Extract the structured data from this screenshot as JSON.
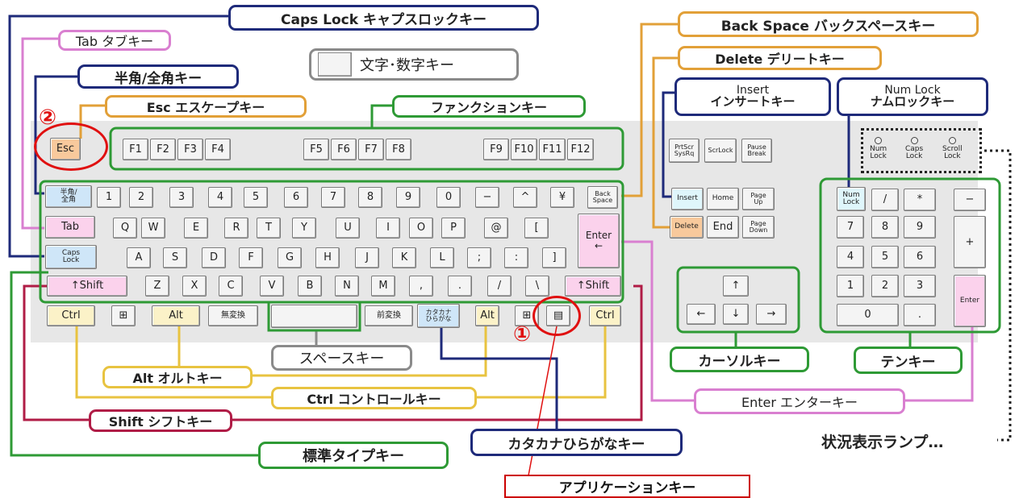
{
  "colors": {
    "green": "#2e9a35",
    "navy": "#1e2a7a",
    "orange": "#e2a038",
    "pink": "#d97fd0",
    "gold": "#e8c340",
    "crimson": "#b01c46",
    "gray": "#8a8a8a",
    "red": "#e01010"
  },
  "keys": {
    "esc": "Esc",
    "f1": "F1",
    "f2": "F2",
    "f3": "F3",
    "f4": "F4",
    "f5": "F5",
    "f6": "F6",
    "f7": "F7",
    "f8": "F8",
    "f9": "F9",
    "f10": "F10",
    "f11": "F11",
    "f12": "F12",
    "hankaku": "半角/\n全角",
    "n1": "1",
    "n2": "2",
    "n3": "3",
    "n4": "4",
    "n5": "5",
    "n6": "6",
    "n7": "7",
    "n8": "8",
    "n9": "9",
    "n0": "0",
    "minus": "−",
    "caret": "^",
    "yen": "¥",
    "backspace": "Back\nSpace",
    "tab": "Tab",
    "q": "Q",
    "w": "W",
    "e": "E",
    "r": "R",
    "t": "T",
    "y": "Y",
    "u": "U",
    "i": "I",
    "o": "O",
    "p": "P",
    "at": "@",
    "lbracket": "[",
    "enter": "Enter\n←",
    "caps": "Caps\nLock",
    "a": "A",
    "s": "S",
    "d": "D",
    "f": "F",
    "g": "G",
    "h": "H",
    "j": "J",
    "k": "K",
    "l": "L",
    "semicolon": ";",
    "colon": ":",
    "rbracket": "]",
    "lshift": "↑Shift",
    "z": "Z",
    "x": "X",
    "c": "C",
    "v": "V",
    "b": "B",
    "n": "N",
    "m": "M",
    "comma": ",",
    "period": ".",
    "slash": "/",
    "backslash": "\\",
    "rshift": "↑Shift",
    "lctrl": "Ctrl",
    "lwin": "⊞",
    "lalt": "Alt",
    "muhenkan": "無変換",
    "space": "",
    "henkan": "前変換",
    "kana": "カタカナ\nひらがな",
    "ralt": "Alt",
    "rwin": "⊞",
    "app": "▤",
    "rctrl": "Ctrl",
    "prtscr": "PrtScr\nSysRq",
    "scrlock": "ScrLock",
    "pause": "Pause\nBreak",
    "insert": "Insert",
    "home": "Home",
    "pageup": "Page\nUp",
    "delete": "Delete",
    "end": "End",
    "pagedown": "Page\nDown",
    "up": "↑",
    "left": "←",
    "down": "↓",
    "right": "→",
    "numlock": "Num\nLock",
    "np_div": "/",
    "np_mul": "*",
    "np_minus": "−",
    "np7": "7",
    "np8": "8",
    "np9": "9",
    "np_plus": "+",
    "np4": "4",
    "np5": "5",
    "np6": "6",
    "np1": "1",
    "np2": "2",
    "np3": "3",
    "np_enter": "Enter",
    "np0": "0",
    "np_dot": "."
  },
  "lamps": {
    "num": "Num\nLock",
    "caps": "Caps\nLock",
    "scroll": "Scroll\nLock"
  },
  "labels": {
    "caps_lock": "Caps Lock キャプスロックキー",
    "tab": "Tab タブキー",
    "hankaku": "半角/全角キー",
    "esc": "Esc エスケープキー",
    "char_num": "文字･数字キー",
    "function": "ファンクションキー",
    "backspace": "Back Space バックスペースキー",
    "delete": "Delete デリートキー",
    "insert_top": "Insert",
    "insert_bottom": "インサートキー",
    "numlock_top": "Num Lock",
    "numlock_bottom": "ナムロックキー",
    "space": "スペースキー",
    "alt": "Alt オルトキー",
    "ctrl": "Ctrl コントロールキー",
    "shift": "Shift シフトキー",
    "standard": "標準タイプキー",
    "kana": "カタカナひらがなキー",
    "cursor": "カーソルキー",
    "tenkey": "テンキー",
    "enter": "Enter エンターキー",
    "status_lamp": "状況表示ランプ…",
    "application": "アプリケーションキー"
  },
  "markers": {
    "one": "①",
    "two": "②"
  }
}
